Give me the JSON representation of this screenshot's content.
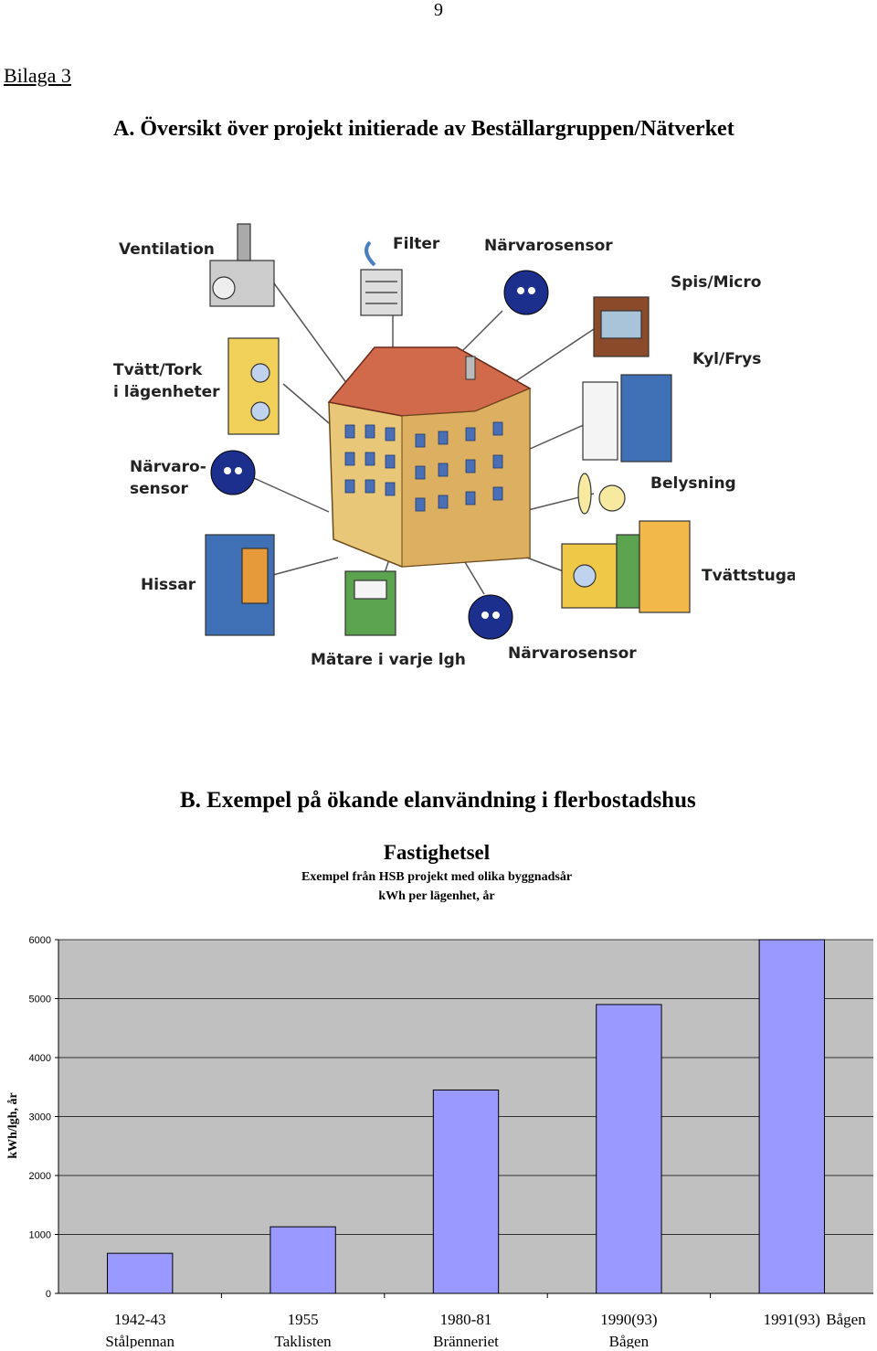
{
  "page": {
    "number": "9",
    "appendix": "Bilaga 3",
    "section_a_title": "A. Översikt över projekt initierade av Beställargruppen/Nätverket",
    "section_b_title": "B. Exempel på ökande elanvändning i flerbostadshus"
  },
  "illustration": {
    "labels": {
      "ventilation": "Ventilation",
      "filter": "Filter",
      "presence_top": "Närvarosensor",
      "stove": "Spis/Micro",
      "washer_line1": "Tvätt/Tork",
      "washer_line2": "i lägenheter",
      "fridge": "Kyl/Frys",
      "presence_left_line1": "Närvaro-",
      "presence_left_line2": "sensor",
      "lighting": "Belysning",
      "elevator": "Hissar",
      "laundry": "Tvättstuga",
      "meter": "Mätare i varje lgh",
      "presence_bottom": "Närvarosensor"
    }
  },
  "chart_data": {
    "type": "bar",
    "title": "Fastighetsel",
    "subtitle_line1": "Exempel från HSB projekt med olika byggnadsår",
    "subtitle_line2": "kWh per lägenhet, år",
    "ylabel": "kWh/lgh, år",
    "xlabel": "",
    "ylim": [
      0,
      6000
    ],
    "yticks": [
      "0",
      "1000",
      "2000",
      "3000",
      "4000",
      "5000",
      "6000"
    ],
    "categories": [
      {
        "year": "1942-43",
        "name": "Stålpennan"
      },
      {
        "year": "1955",
        "name": "Taklisten"
      },
      {
        "year": "1980-81",
        "name": "Bränneriet"
      },
      {
        "year": "1990(93)",
        "name": "Bågen"
      },
      {
        "year": "1991(93)",
        "name": "Bågen"
      }
    ],
    "values": [
      680,
      1130,
      3450,
      4900,
      6000
    ],
    "grid": true,
    "colors": {
      "plot_bg": "#c0c0c0",
      "bar": "#9999ff",
      "bar_edge": "#000000"
    }
  }
}
